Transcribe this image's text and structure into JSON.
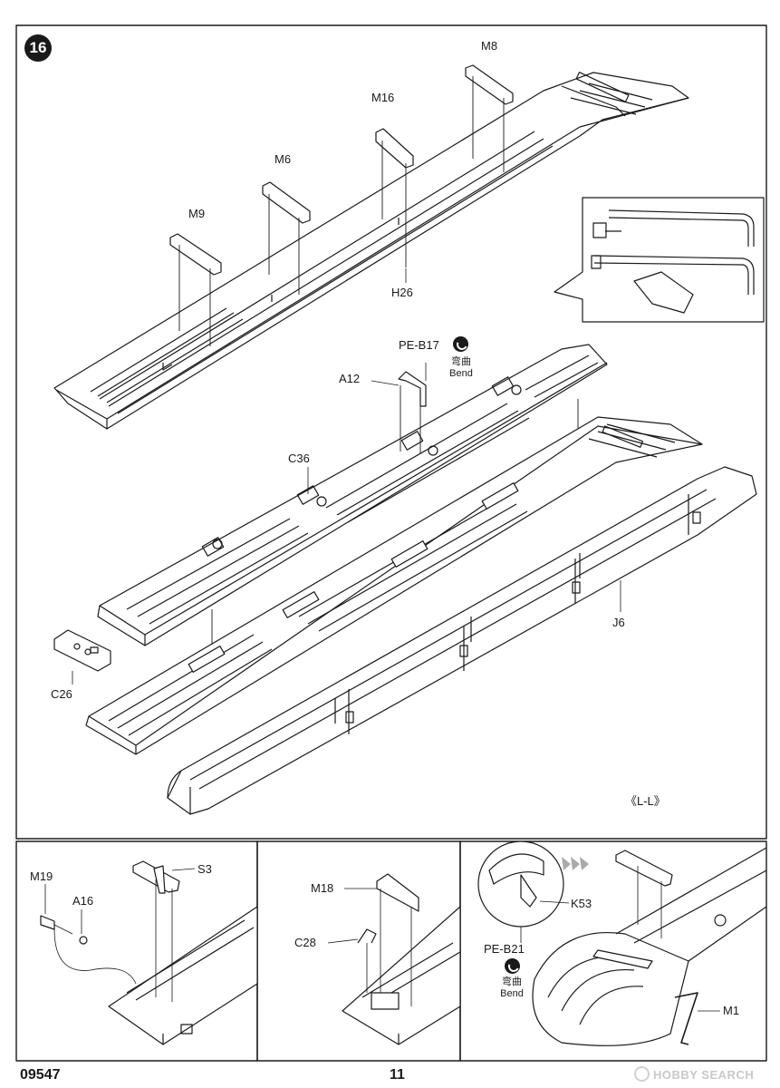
{
  "step": "16",
  "footer": {
    "code": "09547",
    "page": "11",
    "watermark": "HOBBY SEARCH"
  },
  "main_labels": {
    "m8": "M8",
    "m16": "M16",
    "m6": "M6",
    "m9": "M9",
    "h26": "H26",
    "pe_b17": "PE-B17",
    "bend_cn": "弯曲",
    "bend_en": "Bend",
    "a12": "A12",
    "c36": "C36",
    "c26": "C26",
    "j6": "J6",
    "section": "《L-L》"
  },
  "panel1": {
    "m19": "M19",
    "a16": "A16",
    "s3": "S3"
  },
  "panel2": {
    "m18": "M18",
    "c28": "C28"
  },
  "panel3": {
    "k53": "K53",
    "pe_b21": "PE-B21",
    "bend_cn": "弯曲",
    "bend_en": "Bend",
    "m1": "M1"
  }
}
